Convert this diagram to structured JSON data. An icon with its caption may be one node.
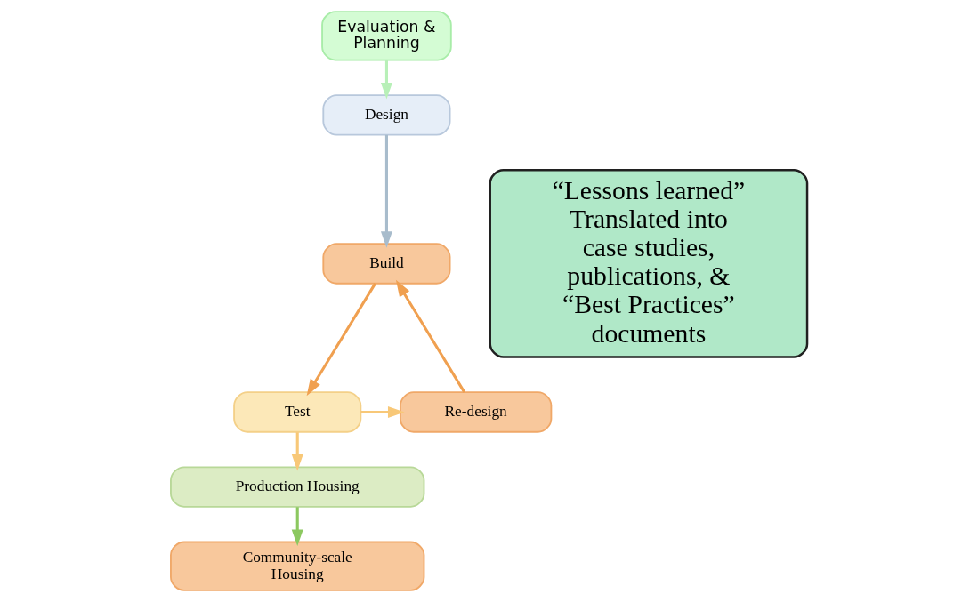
{
  "diagram": {
    "nodes": [
      {
        "text": [
          "Evaluation & Planning"
        ]
      },
      {
        "text": [
          "Design"
        ]
      },
      {
        "text": [
          "Build"
        ]
      },
      {
        "text": [
          "Re-design"
        ]
      },
      {
        "text": [
          "Test"
        ]
      },
      {
        "text": [
          "Production Housing"
        ]
      },
      {
        "text": [
          "Community-scale Housing"
        ]
      },
      {
        "text": [
          "“Lessons learned” Translated into case studies, publications, & “Best Practices” documents"
        ]
      }
    ],
    "edges": [
      {
        "from": 0,
        "to": 1,
        "arrow": "to",
        "color": "#b8f0b8"
      },
      {
        "from": 1,
        "to": 2,
        "arrow": "to",
        "color": "#a8bccc"
      },
      {
        "from": 2,
        "to": 4,
        "arrow": "to"
      },
      {
        "from": 4,
        "to": 3,
        "arrow": "to",
        "color": "#f8c878"
      },
      {
        "from": 3,
        "to": 2,
        "arrow": "to"
      },
      {
        "from": 4,
        "to": 5,
        "arrow": "to",
        "color": "#f8c878"
      },
      {
        "from": 5,
        "to": 6,
        "arrow": "to",
        "color": "#8cc860"
      }
    ]
  }
}
